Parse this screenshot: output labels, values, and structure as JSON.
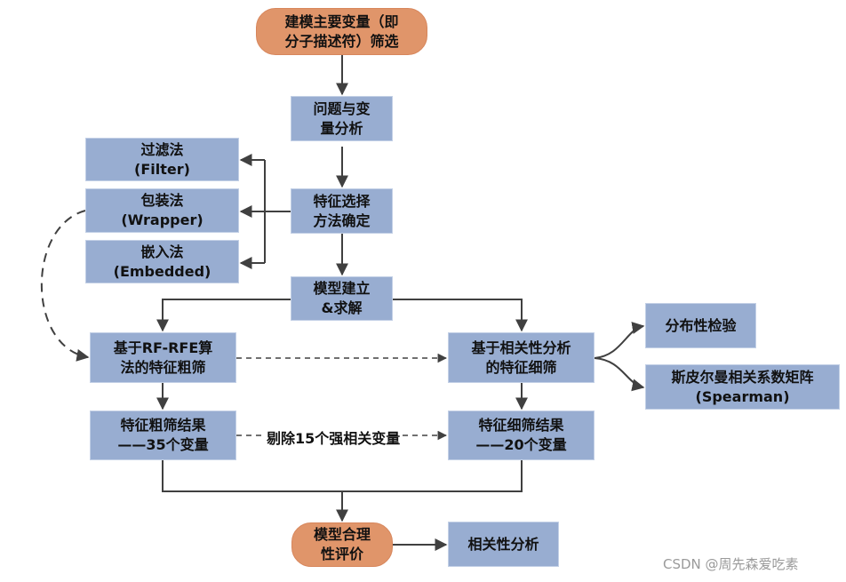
{
  "nodes": {
    "start": [
      "建模主要变量（即",
      "分子描述符）筛选"
    ],
    "analysis": [
      "问题与变",
      "量分析"
    ],
    "filter": [
      "过滤法",
      "(Filter)"
    ],
    "wrapper": [
      "包装法",
      "(Wrapper)"
    ],
    "embedded": [
      "嵌入法",
      "(Embedded)"
    ],
    "method": [
      "特征选择",
      "方法确定"
    ],
    "model": [
      "模型建立",
      "&求解"
    ],
    "rfrfe": [
      "基于RF-RFE算",
      "法的特征粗筛"
    ],
    "corr_fine": [
      "基于相关性分析",
      "的特征细筛"
    ],
    "dist_test": [
      "分布性检验"
    ],
    "spearman": [
      "斯皮尔曼相关系数矩阵",
      "(Spearman)"
    ],
    "coarse_result": [
      "特征粗筛结果",
      "——35个变量"
    ],
    "fine_result": [
      "特征细筛结果",
      "——20个变量"
    ],
    "evaluate": [
      "模型合理",
      "性评价"
    ],
    "corr_analysis": [
      "相关性分析"
    ]
  },
  "edge_label": "剔除15个强相关变量",
  "watermark": "CSDN @周先森爱吃素",
  "colors": {
    "box": "#98ADD1",
    "pill": "#E0956A",
    "line": "#404040"
  }
}
